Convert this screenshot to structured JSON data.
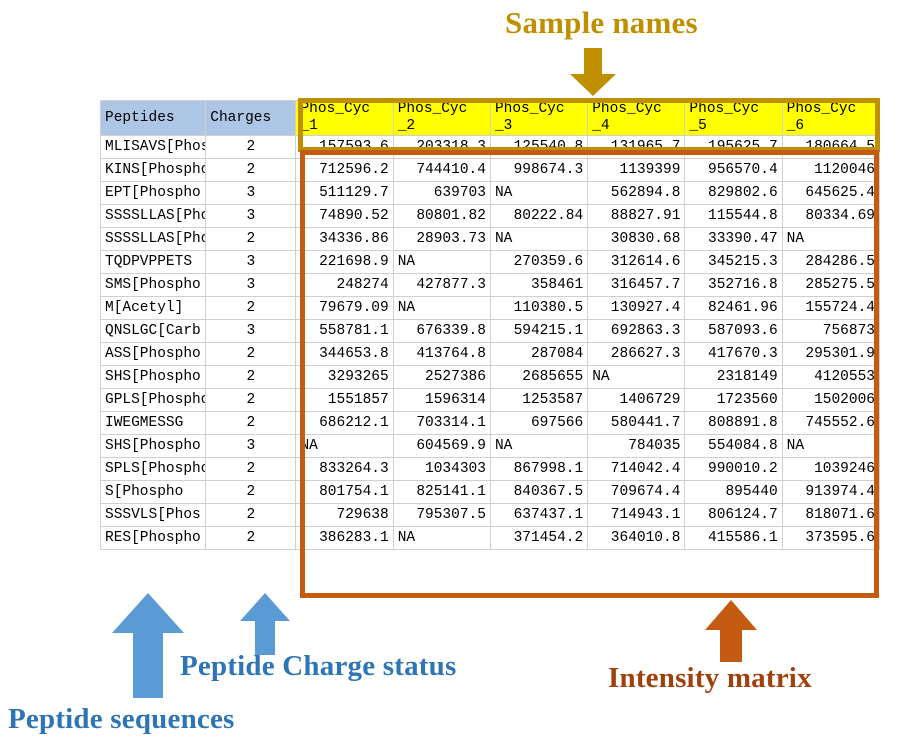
{
  "annotations": [
    {
      "id": "sample-names",
      "text": "Sample names",
      "color": "#bf8f00"
    },
    {
      "id": "peptide-charge-status",
      "text": "Peptide Charge status",
      "color": "#2e75b6"
    },
    {
      "id": "peptide-sequences",
      "text": "Peptide sequences",
      "color": "#2e75b6"
    },
    {
      "id": "intensity-matrix",
      "text": "Intensity matrix",
      "color": "#a0410d"
    }
  ],
  "annotation_text": {
    "sample_names": "Sample names",
    "peptide_charge_status": "Peptide Charge status",
    "peptide_sequences": "Peptide sequences",
    "intensity_matrix": "Intensity matrix"
  },
  "colors": {
    "sample_header_fill": "#ffff00",
    "sample_box_border": "#bf8f00",
    "intensity_box_border": "#c55a11",
    "id_header_fill": "#adc6e5",
    "blue_arrow": "#5b9bd5",
    "orange_arrow": "#c55a11",
    "grid_line": "#d0d0d0"
  },
  "table": {
    "headers": {
      "peptides": "Peptides",
      "charges": "Charges",
      "samples": [
        {
          "line1": "Phos_Cyc",
          "line2": "_1"
        },
        {
          "line1": "Phos_Cyc",
          "line2": "_2"
        },
        {
          "line1": "Phos_Cyc",
          "line2": "_3"
        },
        {
          "line1": "Phos_Cyc",
          "line2": "_4"
        },
        {
          "line1": "Phos_Cyc",
          "line2": "_5"
        },
        {
          "line1": "Phos_Cyc",
          "line2": "_6"
        }
      ],
      "sample_names_full": [
        "Phos_Cyc_1",
        "Phos_Cyc_2",
        "Phos_Cyc_3",
        "Phos_Cyc_4",
        "Phos_Cyc_5",
        "Phos_Cyc_6"
      ]
    },
    "rows": [
      {
        "peptide": "MLISAVS[Phospho",
        "charge": "2",
        "values": [
          "157593.6",
          "203318.3",
          "125540.8",
          "131965.7",
          "195625.7",
          "180664.5"
        ]
      },
      {
        "peptide": "KINS[Phospho",
        "charge": "2",
        "values": [
          "712596.2",
          "744410.4",
          "998674.3",
          "1139399",
          "956570.4",
          "1120046"
        ]
      },
      {
        "peptide": "EPT[Phospho",
        "charge": "3",
        "values": [
          "511129.7",
          "639703",
          "NA",
          "562894.8",
          "829802.6",
          "645625.4"
        ]
      },
      {
        "peptide": "SSSSLLAS[Phospho",
        "charge": "3",
        "values": [
          "74890.52",
          "80801.82",
          "80222.84",
          "88827.91",
          "115544.8",
          "80334.69"
        ]
      },
      {
        "peptide": "SSSSLLAS[Phospho",
        "charge": "2",
        "values": [
          "34336.86",
          "28903.73",
          "NA",
          "30830.68",
          "33390.47",
          "NA"
        ]
      },
      {
        "peptide": "TQDPVPPETS",
        "charge": "3",
        "values": [
          "221698.9",
          "NA",
          "270359.6",
          "312614.6",
          "345215.3",
          "284286.5"
        ]
      },
      {
        "peptide": "SMS[Phospho",
        "charge": "3",
        "values": [
          "248274",
          "427877.3",
          "358461",
          "316457.7",
          "352716.8",
          "285275.5"
        ]
      },
      {
        "peptide": "M[Acetyl]",
        "charge": "2",
        "values": [
          "79679.09",
          "NA",
          "110380.5",
          "130927.4",
          "82461.96",
          "155724.4"
        ]
      },
      {
        "peptide": "QNSLGC[Carb",
        "charge": "3",
        "values": [
          "558781.1",
          "676339.8",
          "594215.1",
          "692863.3",
          "587093.6",
          "756873"
        ]
      },
      {
        "peptide": "ASS[Phospho",
        "charge": "2",
        "values": [
          "344653.8",
          "413764.8",
          "287084",
          "286627.3",
          "417670.3",
          "295301.9"
        ]
      },
      {
        "peptide": "SHS[Phospho",
        "charge": "2",
        "values": [
          "3293265",
          "2527386",
          "2685655",
          "NA",
          "2318149",
          "4120553"
        ]
      },
      {
        "peptide": "GPLS[Phospho",
        "charge": "2",
        "values": [
          "1551857",
          "1596314",
          "1253587",
          "1406729",
          "1723560",
          "1502006"
        ]
      },
      {
        "peptide": "IWEGMESSG",
        "charge": "2",
        "values": [
          "686212.1",
          "703314.1",
          "697566",
          "580441.7",
          "808891.8",
          "745552.6"
        ]
      },
      {
        "peptide": "SHS[Phospho",
        "charge": "3",
        "values": [
          "NA",
          "604569.9",
          "NA",
          "784035",
          "554084.8",
          "NA"
        ]
      },
      {
        "peptide": "SPLS[Phospho",
        "charge": "2",
        "values": [
          "833264.3",
          "1034303",
          "867998.1",
          "714042.4",
          "990010.2",
          "1039246"
        ]
      },
      {
        "peptide": "S[Phospho",
        "charge": "2",
        "values": [
          "801754.1",
          "825141.1",
          "840367.5",
          "709674.4",
          "895440",
          "913974.4"
        ]
      },
      {
        "peptide": "SSSVLS[Phos",
        "charge": "2",
        "values": [
          "729638",
          "795307.5",
          "637437.1",
          "714943.1",
          "806124.7",
          "818071.6"
        ]
      },
      {
        "peptide": "RES[Phospho",
        "charge": "2",
        "values": [
          "386283.1",
          "NA",
          "371454.2",
          "364010.8",
          "415586.1",
          "373595.6"
        ]
      }
    ]
  }
}
